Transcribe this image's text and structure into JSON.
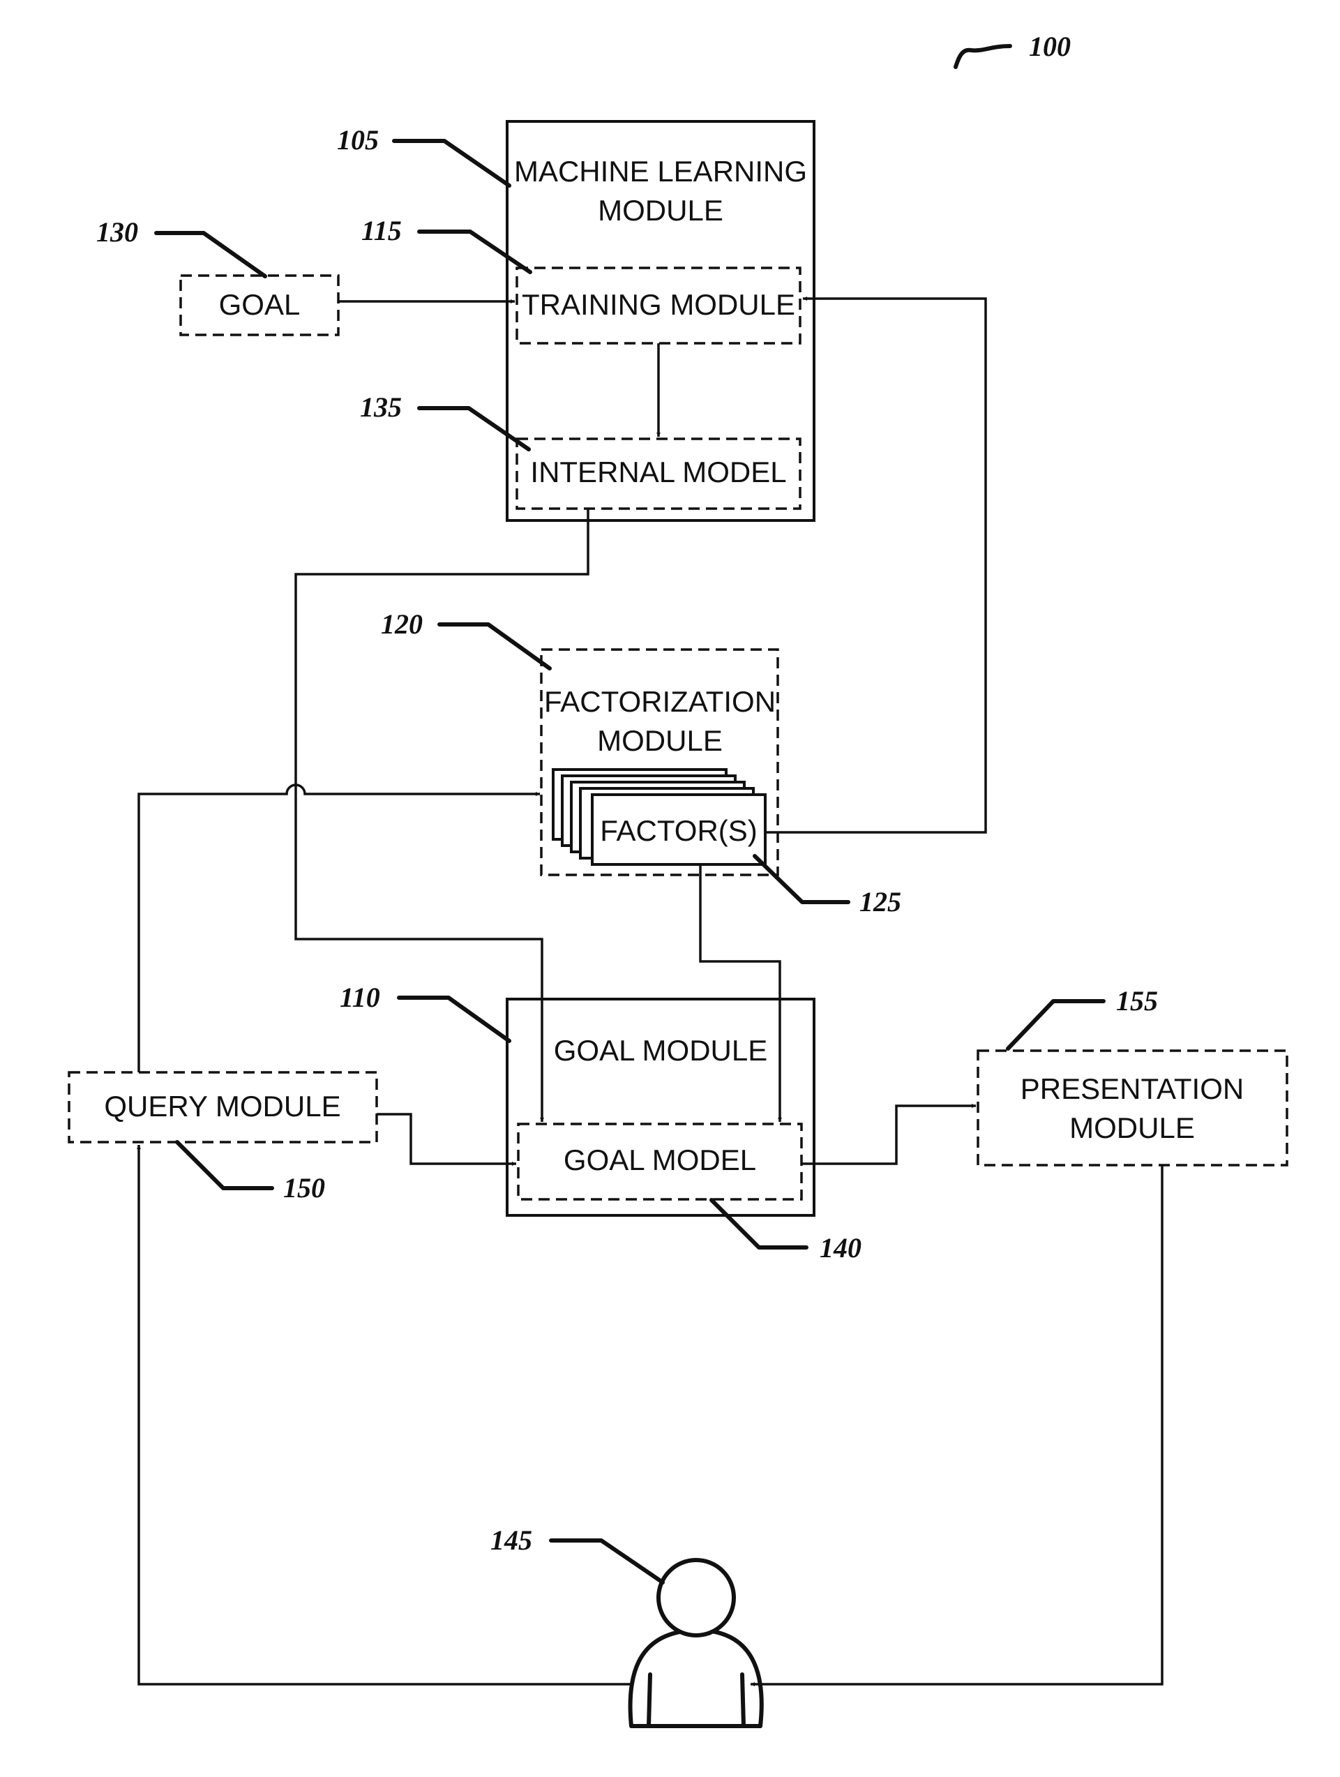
{
  "figure_ref": "100",
  "blocks": {
    "machine_learning_module": {
      "ref": "105",
      "line1": "MACHINE LEARNING",
      "line2": "MODULE"
    },
    "training_module": {
      "ref": "115",
      "label": "TRAINING MODULE"
    },
    "internal_model": {
      "ref": "135",
      "label": "INTERNAL MODEL"
    },
    "goal": {
      "ref": "130",
      "label": "GOAL"
    },
    "factorization_module": {
      "ref": "120",
      "line1": "FACTORIZATION",
      "line2": "MODULE"
    },
    "factors": {
      "ref": "125",
      "label": "FACTOR(S)"
    },
    "goal_module": {
      "ref": "110",
      "label": "GOAL MODULE"
    },
    "goal_model": {
      "ref": "140",
      "label": "GOAL MODEL"
    },
    "query_module": {
      "ref": "150",
      "label": "QUERY MODULE"
    },
    "presentation_module": {
      "ref": "155",
      "line1": "PRESENTATION",
      "line2": "MODULE"
    },
    "user": {
      "ref": "145"
    }
  }
}
